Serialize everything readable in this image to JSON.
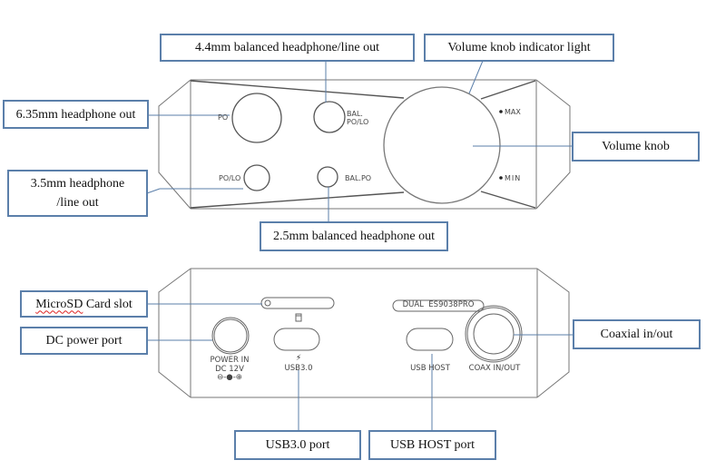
{
  "front_panel": {
    "callouts": {
      "bal44": "4.4mm balanced headphone/line out",
      "indicator": "Volume knob indicator light",
      "po635": "6.35mm headphone out",
      "knob": "Volume knob",
      "po35_line1": "3.5mm headphone",
      "po35_line2": "/line out",
      "bal25": "2.5mm balanced headphone out"
    },
    "labels": {
      "po": "PO",
      "bal_line1": "BAL.",
      "bal_line2": "PO/LO",
      "polo": "PO/LO",
      "balpo": "BAL.PO",
      "max": "MAX",
      "min": "MIN"
    }
  },
  "rear_panel": {
    "callouts": {
      "microsd_part1": "MicroSD",
      "microsd_part2": " Card slot",
      "dc": "DC power port",
      "coax": "Coaxial in/out",
      "usb30": "USB3.0 port",
      "usbhost": "USB HOST port"
    },
    "labels": {
      "power_line1": "POWER IN",
      "power_line2": "DC 12V",
      "polarity": "⊖-●-⊕",
      "usb30": "USB3.0",
      "usbhost": "USB HOST",
      "coax": "COAX IN/OUT",
      "chip": "DUAL  ES9038PRO",
      "bolt": "⚡"
    }
  }
}
